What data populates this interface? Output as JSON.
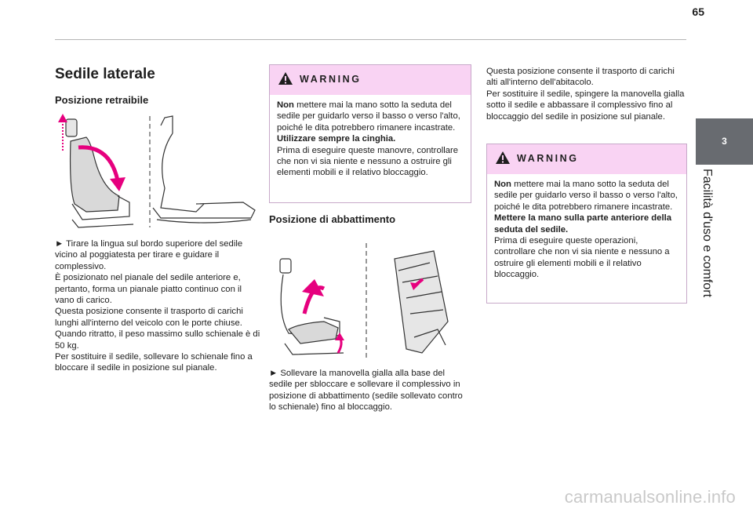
{
  "page": {
    "number": "65"
  },
  "chapter": {
    "number": "3",
    "title": "Facilità d'uso e comfort"
  },
  "left": {
    "title": "Sedile laterale",
    "subtitle": "Posizione retraibile",
    "lines": [
      "► Tirare la lingua sul bordo superiore del sedile vicino al poggiatesta per tirare e guidare il complessivo.",
      "È posizionato nel pianale del sedile anteriore e, pertanto, forma un pianale piatto continuo con il vano di carico.",
      "Questa posizione consente il trasporto di carichi lunghi all'interno del veicolo con le porte chiuse.",
      "Quando ritratto, il peso massimo sullo schienale è di 50 kg.",
      "Per sostituire il sedile, sollevare lo schienale fino a bloccare il sedile in posizione sul pianale."
    ]
  },
  "middle": {
    "warning": {
      "title": "WARNING",
      "p1_bold": "Non",
      "p1_rest": " mettere mai la mano sotto la seduta del sedile per guidarlo verso il basso o verso l'alto, poiché le dita potrebbero rimanere incastrate.",
      "p2_bold": "Utilizzare sempre la cinghia.",
      "p3": "Prima di eseguire queste manovre, controllare che non vi sia niente e nessuno a ostruire gli elementi mobili e il relativo bloccaggio."
    },
    "subtitle": "Posizione di abbattimento",
    "text": "► Sollevare la manovella gialla alla base del sedile per sbloccare e sollevare il complessivo in posizione di abbattimento (sedile sollevato contro lo schienale) fino al bloccaggio."
  },
  "right": {
    "lines": [
      "Questa posizione consente il trasporto di carichi alti all'interno dell'abitacolo.",
      "Per sostituire il sedile, spingere la manovella gialla sotto il sedile e abbassare il complessivo fino al bloccaggio del sedile in posizione sul pianale."
    ],
    "warning": {
      "title": "WARNING",
      "p1_bold": "Non",
      "p1_rest": " mettere mai la mano sotto la seduta del sedile per guidarlo verso il basso o verso l'alto, poiché le dita potrebbero rimanere incastrate.",
      "p2_bold": "Mettere la mano sulla parte anteriore della seduta del sedile.",
      "p3": "Prima di eseguire queste operazioni, controllare che non vi sia niente e nessuno a ostruire gli elementi mobili e il relativo bloccaggio."
    }
  },
  "watermark": "carmanualsonline.info",
  "colors": {
    "accent": "#e6007e",
    "warning_header": "#f9d3f3",
    "chapter_tab": "#686b70"
  }
}
